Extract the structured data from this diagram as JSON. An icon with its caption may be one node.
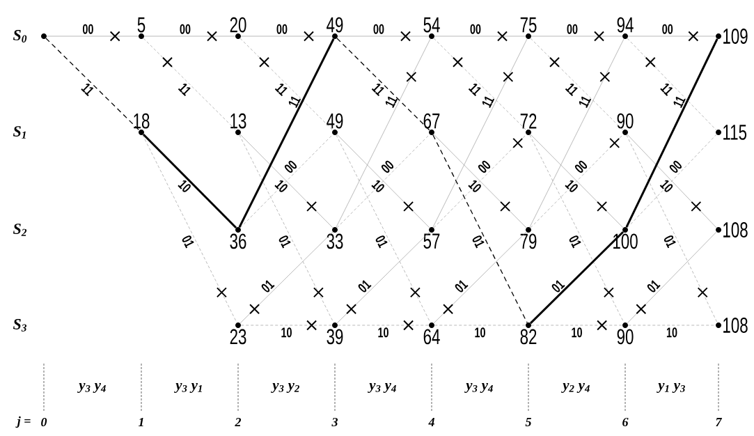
{
  "diagram": {
    "nodes": [
      {
        "text": [],
        "shape": "circle"
      },
      {
        "text": [
          "5"
        ]
      },
      {
        "text": [
          "18"
        ]
      },
      {
        "text": [
          "20"
        ]
      },
      {
        "text": [
          "13"
        ]
      },
      {
        "text": [
          "36"
        ]
      },
      {
        "text": [
          "23"
        ]
      },
      {
        "text": [
          "49"
        ]
      },
      {
        "text": [
          "49"
        ]
      },
      {
        "text": [
          "33"
        ]
      },
      {
        "text": [
          "39"
        ]
      },
      {
        "text": [
          "54"
        ]
      },
      {
        "text": [
          "67"
        ]
      },
      {
        "text": [
          "57"
        ]
      },
      {
        "text": [
          "64"
        ]
      },
      {
        "text": [
          "75"
        ]
      },
      {
        "text": [
          "72"
        ]
      },
      {
        "text": [
          "79"
        ]
      },
      {
        "text": [
          "82"
        ]
      },
      {
        "text": [
          "94"
        ]
      },
      {
        "text": [
          "90"
        ]
      },
      {
        "text": [
          "100"
        ]
      },
      {
        "text": [
          "90"
        ]
      },
      {
        "text": [
          "109"
        ]
      },
      {
        "text": [
          "115"
        ]
      },
      {
        "text": [
          "108"
        ]
      },
      {
        "text": [
          "108"
        ]
      }
    ],
    "edges": [
      {
        "from": 0,
        "to": 1,
        "arrow": "none",
        "label": "00"
      },
      {
        "from": 0,
        "to": 2,
        "arrow": "none",
        "label": "11",
        "style": "dashed",
        "color": "#000000"
      },
      {
        "from": 1,
        "to": 3,
        "arrow": "none",
        "label": "00"
      },
      {
        "from": 1,
        "to": 4,
        "arrow": "none",
        "label": "11",
        "style": "dashed"
      },
      {
        "from": 2,
        "to": 5,
        "arrow": "none",
        "label": "10",
        "style": "thick",
        "color": "#000000"
      },
      {
        "from": 2,
        "to": 6,
        "arrow": "none",
        "label": "01",
        "style": "dashed"
      },
      {
        "from": 3,
        "to": 7,
        "arrow": "none",
        "label": "00"
      },
      {
        "from": 3,
        "to": 8,
        "arrow": "none",
        "label": "11",
        "style": "dashed"
      },
      {
        "from": 4,
        "to": 9,
        "arrow": "none",
        "label": "10"
      },
      {
        "from": 4,
        "to": 10,
        "arrow": "none",
        "label": "01",
        "style": "dashed"
      },
      {
        "from": 5,
        "to": 7,
        "arrow": "none",
        "label": "11",
        "style": "thick",
        "color": "#000000"
      },
      {
        "from": 5,
        "to": 8,
        "arrow": "none",
        "label": "00",
        "style": "dashed"
      },
      {
        "from": 6,
        "to": 9,
        "arrow": "none",
        "label": "01"
      },
      {
        "from": 6,
        "to": 10,
        "arrow": "none",
        "label": "10",
        "style": "dashed"
      },
      {
        "from": 7,
        "to": 11,
        "arrow": "none",
        "label": "00"
      },
      {
        "from": 7,
        "to": 12,
        "arrow": "none",
        "label": "11",
        "style": "dashed",
        "color": "#000000"
      },
      {
        "from": 8,
        "to": 13,
        "arrow": "none",
        "label": "10"
      },
      {
        "from": 8,
        "to": 14,
        "arrow": "none",
        "label": "01",
        "style": "dashed"
      },
      {
        "from": 9,
        "to": 11,
        "arrow": "none",
        "label": "11"
      },
      {
        "from": 9,
        "to": 12,
        "arrow": "none",
        "label": "00",
        "style": "dashed"
      },
      {
        "from": 10,
        "to": 13,
        "arrow": "none",
        "label": "01"
      },
      {
        "from": 10,
        "to": 14,
        "arrow": "none",
        "label": "10",
        "style": "dashed"
      },
      {
        "from": 11,
        "to": 15,
        "arrow": "none",
        "label": "00"
      },
      {
        "from": 11,
        "to": 16,
        "arrow": "none",
        "label": "11",
        "style": "dashed"
      },
      {
        "from": 12,
        "to": 17,
        "arrow": "none",
        "label": "10"
      },
      {
        "from": 12,
        "to": 18,
        "arrow": "none",
        "label": "01",
        "style": "dashed",
        "color": "#000000"
      },
      {
        "from": 13,
        "to": 15,
        "arrow": "none",
        "label": "11"
      },
      {
        "from": 13,
        "to": 16,
        "arrow": "none",
        "label": "00",
        "style": "dashed"
      },
      {
        "from": 14,
        "to": 17,
        "arrow": "none",
        "label": "01"
      },
      {
        "from": 14,
        "to": 18,
        "arrow": "none",
        "label": "10",
        "style": "dashed"
      },
      {
        "from": 15,
        "to": 19,
        "arrow": "none",
        "label": "00"
      },
      {
        "from": 15,
        "to": 20,
        "arrow": "none",
        "label": "11",
        "style": "dashed"
      },
      {
        "from": 16,
        "to": 21,
        "arrow": "none",
        "label": "10"
      },
      {
        "from": 16,
        "to": 22,
        "arrow": "none",
        "label": "01",
        "style": "dashed"
      },
      {
        "from": 17,
        "to": 19,
        "arrow": "none",
        "label": "11"
      },
      {
        "from": 17,
        "to": 20,
        "arrow": "none",
        "label": "00",
        "style": "dashed"
      },
      {
        "from": 18,
        "to": 21,
        "arrow": "none",
        "label": "01",
        "style": "thick",
        "color": "#000000"
      },
      {
        "from": 18,
        "to": 22,
        "arrow": "none",
        "label": "10",
        "style": "dashed"
      },
      {
        "from": 19,
        "to": 23,
        "arrow": "none",
        "label": "00"
      },
      {
        "from": 19,
        "to": 24,
        "arrow": "none",
        "label": "11",
        "style": "dashed"
      },
      {
        "from": 20,
        "to": 25,
        "arrow": "none",
        "label": "10"
      },
      {
        "from": 20,
        "to": 26,
        "arrow": "none",
        "label": "01",
        "style": "dashed"
      },
      {
        "from": 21,
        "to": 23,
        "arrow": "none",
        "label": "11",
        "style": "thick",
        "color": "#000000"
      },
      {
        "from": 21,
        "to": 24,
        "arrow": "none",
        "label": "00",
        "style": "dashed"
      },
      {
        "from": 22,
        "to": 25,
        "arrow": "none",
        "label": "01"
      },
      {
        "from": 22,
        "to": 26,
        "arrow": "none",
        "label": "10",
        "style": "dashed"
      }
    ],
    "labels": [
      "S$_{0}$",
      "S$_{1}$",
      "S$_{2}$",
      "S$_{3}$",
      "y$_{3}$ y$_{4}$",
      "y$_{3}$ y$_{1}$",
      "y$_{3}$ y$_{2}$",
      "y$_{3}$ y$_{4}$",
      "y$_{3}$ y$_{4}$",
      "y$_{2}$ y$_{4}$",
      "y$_{1}$ y$_{3}$",
      "j =",
      "0",
      "1",
      "2",
      "3",
      "4",
      "5",
      "6",
      "7"
    ]
  }
}
